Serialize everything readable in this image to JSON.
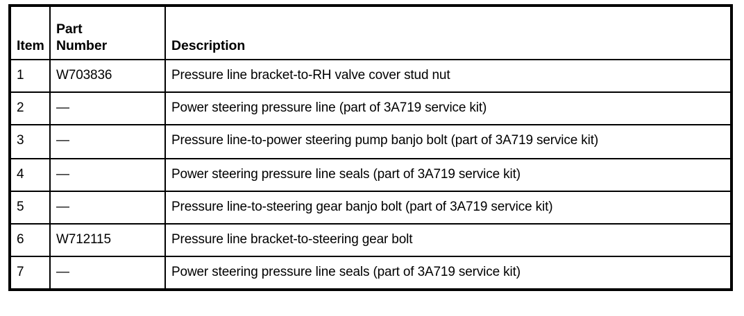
{
  "table": {
    "columns": [
      {
        "key": "item",
        "label": "Item",
        "label_lines": [
          "Item"
        ]
      },
      {
        "key": "part_number",
        "label": "Part Number",
        "label_lines": [
          "Part",
          "Number"
        ]
      },
      {
        "key": "description",
        "label": "Description",
        "label_lines": [
          "Description"
        ]
      }
    ],
    "rows": [
      {
        "item": "1",
        "part_number": "W703836",
        "description": "Pressure line bracket-to-RH valve cover stud nut"
      },
      {
        "item": "2",
        "part_number": "—",
        "description": "Power steering pressure line (part of 3A719 service kit)"
      },
      {
        "item": "3",
        "part_number": "—",
        "description": "Pressure line-to-power steering pump banjo bolt (part of 3A719 service kit)"
      },
      {
        "item": "4",
        "part_number": "—",
        "description": "Power steering pressure line seals (part of 3A719 service kit)"
      },
      {
        "item": "5",
        "part_number": "—",
        "description": "Pressure line-to-steering gear banjo bolt (part of 3A719 service kit)"
      },
      {
        "item": "6",
        "part_number": "W712115",
        "description": "Pressure line bracket-to-steering gear bolt"
      },
      {
        "item": "7",
        "part_number": "—",
        "description": "Power steering pressure line seals (part of 3A719 service kit)"
      }
    ]
  },
  "colors": {
    "border": "#000000",
    "text": "#000000",
    "background": "#ffffff"
  }
}
